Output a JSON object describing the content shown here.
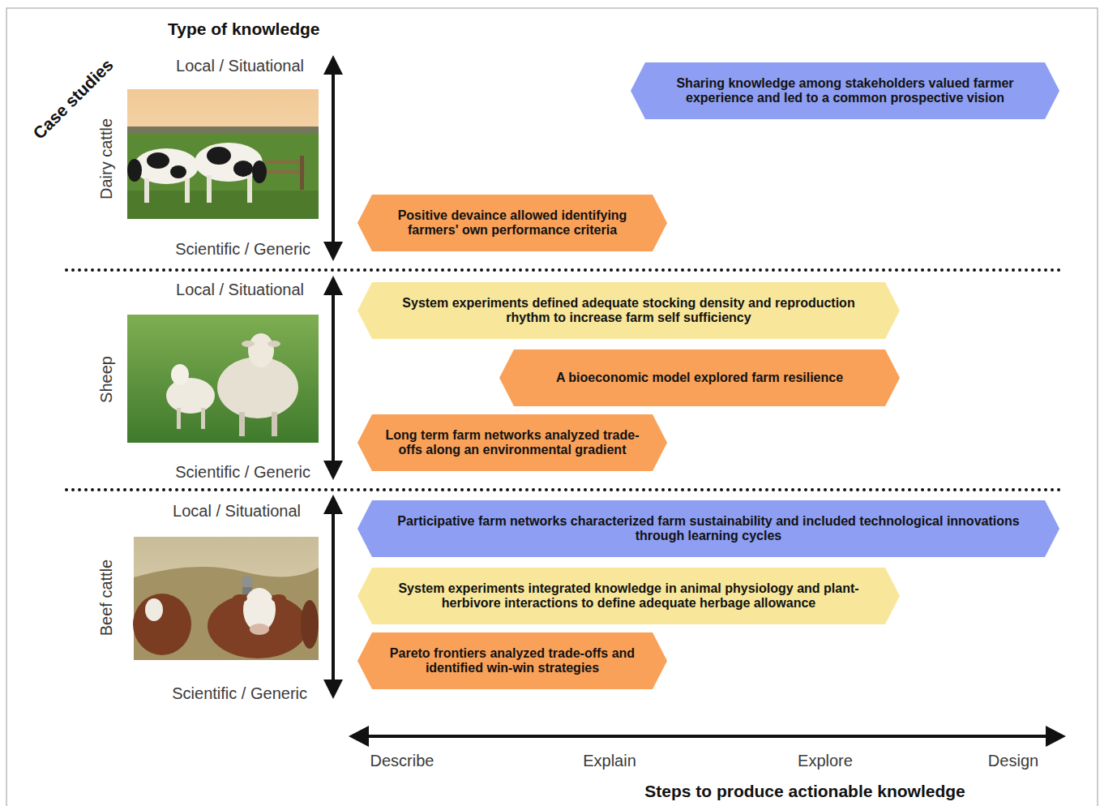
{
  "diagram": {
    "nodes": [
      {
        "text": [
          "Sharing knowledge among stakeholders valued farmer experience and led to a common prospective vision"
        ]
      },
      {
        "text": [
          "Positive devaince allowed identifying farmers' own performance criteria"
        ]
      },
      {
        "text": [
          "System experiments defined adequate stocking density and reproduction rhythm to increase farm self sufficiency"
        ]
      },
      {
        "text": [
          "A bioeconomic model explored farm resilience"
        ]
      },
      {
        "text": [
          "Long term farm networks analyzed trade-offs along an environmental gradient"
        ]
      },
      {
        "text": [
          "Participative farm networks characterized farm sustainability and included technological innovations through learning cycles"
        ]
      },
      {
        "text": [
          "System experiments integrated knowledge in animal physiology and plant-herbivore interactions to define adequate herbage allowance"
        ]
      },
      {
        "text": [
          "Pareto frontiers analyzed trade-offs and identified win-win strategies"
        ]
      }
    ],
    "labels": [
      "Type of knowledge",
      "Case studies",
      "Dairy cattle",
      "Local / Situational",
      "Scientific / Generic",
      "Sheep",
      "Local / Situational",
      "Scientific / Generic",
      "Beef cattle",
      "Local / Situational",
      "Scientific / Generic",
      "Describe",
      "Explain",
      "Explore",
      "Design",
      "Steps to produce actionable knowledge"
    ]
  }
}
